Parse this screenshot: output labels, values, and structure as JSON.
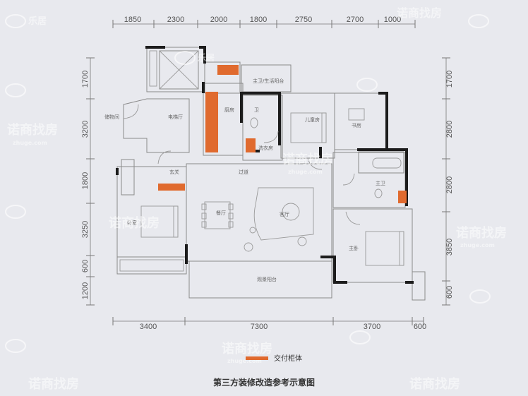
{
  "dims": {
    "top": [
      "1850",
      "2300",
      "2000",
      "1800",
      "2750",
      "2700",
      "1000"
    ],
    "bottom": [
      "3400",
      "7300",
      "3700",
      "600"
    ],
    "left": [
      "1700",
      "3200",
      "1800",
      "3250",
      "600",
      "1200"
    ],
    "right": [
      "1700",
      "2800",
      "2800",
      "3850",
      "600"
    ]
  },
  "rooms": {
    "storage": "储物间",
    "elevator_hall": "电梯厅",
    "kitchen": "厨房",
    "main_bath": "主卫/生活阳台",
    "bath": "卫",
    "laundry": "洗衣房",
    "kids_room": "儿童房",
    "study": "书房",
    "entrance": "玄关",
    "corridor": "过道",
    "dining": "餐厅",
    "living": "客厅",
    "bedroom": "卧室",
    "master_bath": "主卫",
    "master_bedroom": "主卧",
    "balcony": "观景阳台"
  },
  "legend": {
    "label": "交付柜体",
    "color": "#e06a2e"
  },
  "caption": "第三方装修改造参考示意图",
  "watermark": {
    "logo": "乐居",
    "brand": "诺商找房",
    "url": "zhuge.com"
  },
  "colors": {
    "wall": "#1c1c1c",
    "line": "#8a8a8a",
    "cabinet": "#e06a2e",
    "background": "#e8e9ee"
  }
}
